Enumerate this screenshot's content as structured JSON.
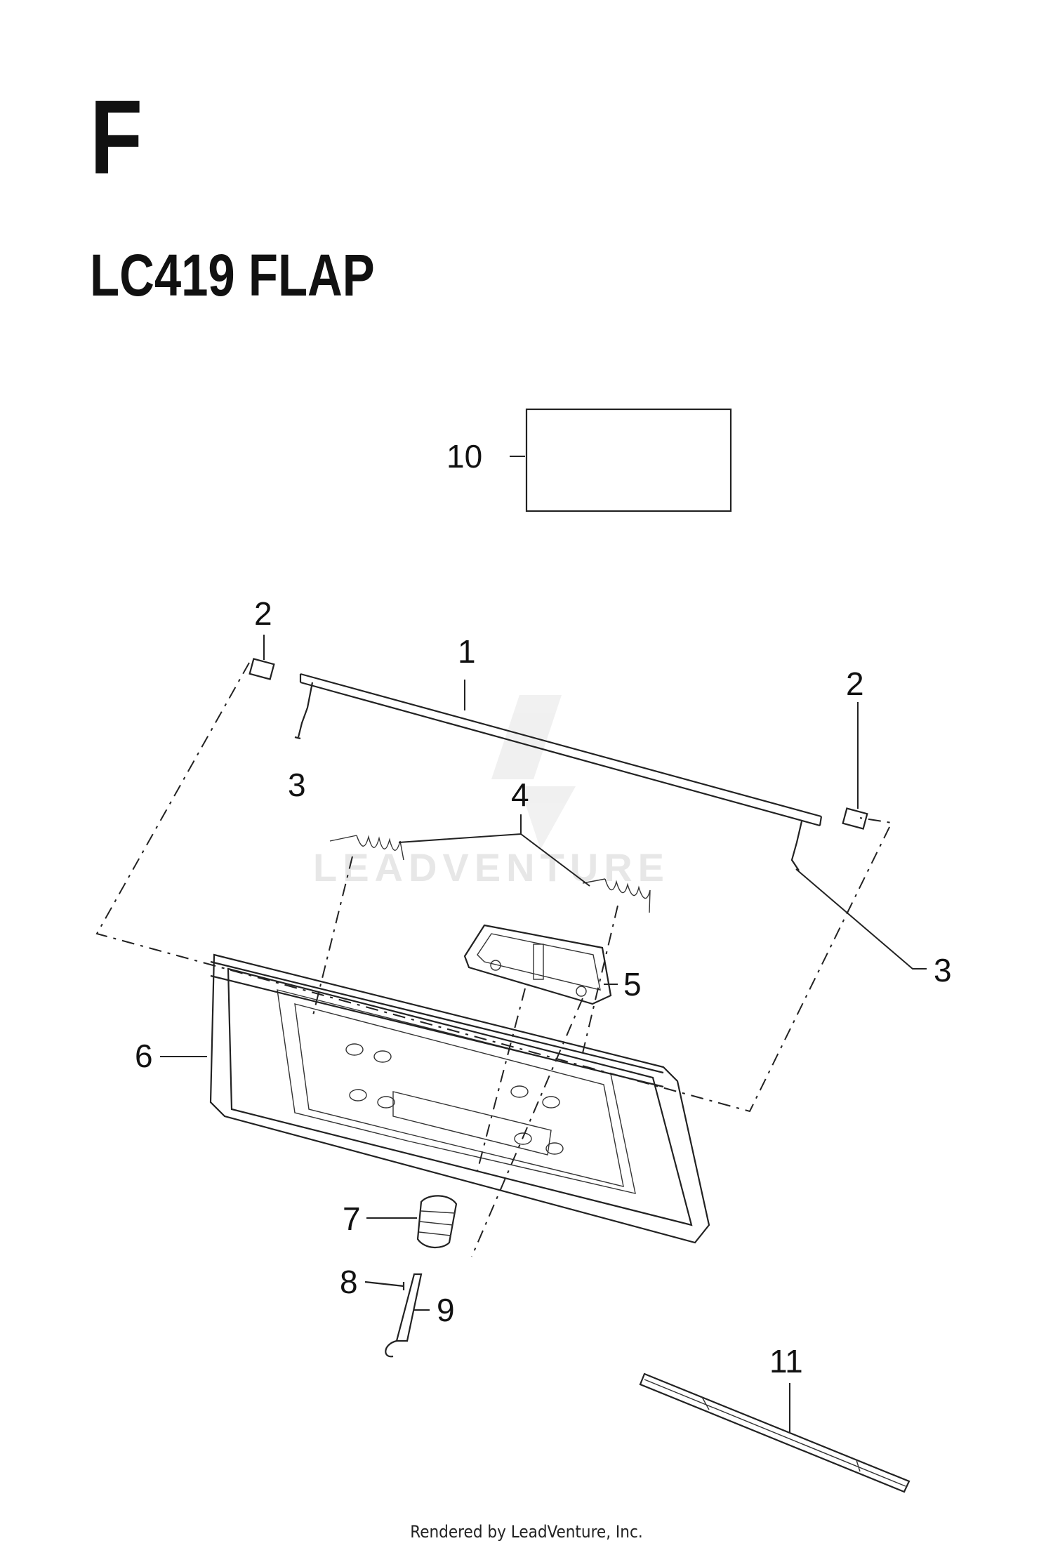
{
  "header": {
    "section_letter": "F",
    "title": "LC419 FLAP"
  },
  "callouts": {
    "c1": "1",
    "c2a": "2",
    "c2b": "2",
    "c3a": "3",
    "c3b": "3",
    "c4": "4",
    "c5": "5",
    "c6": "6",
    "c7": "7",
    "c8": "8",
    "c9": "9",
    "c10": "10",
    "c11": "11"
  },
  "watermark": {
    "text": "LEADVENTURE"
  },
  "footer": {
    "credit": "Rendered by LeadVenture, Inc."
  }
}
